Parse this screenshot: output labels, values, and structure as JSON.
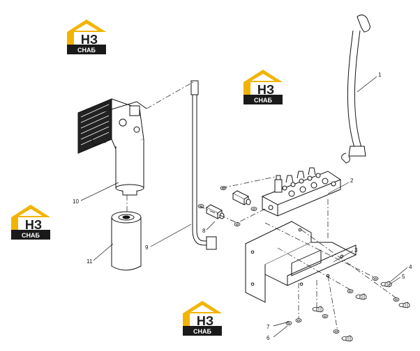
{
  "colors": {
    "line": "#111111",
    "watermark_gold": "#f2b400",
    "watermark_dark": "#1a1a1a",
    "watermark_text": "#ffffff"
  },
  "watermark": {
    "main": "НЗ",
    "sub": "СНАБ"
  },
  "callouts": [
    "1",
    "2",
    "3",
    "4",
    "5",
    "6",
    "7",
    "8",
    "9",
    "10",
    "11"
  ]
}
